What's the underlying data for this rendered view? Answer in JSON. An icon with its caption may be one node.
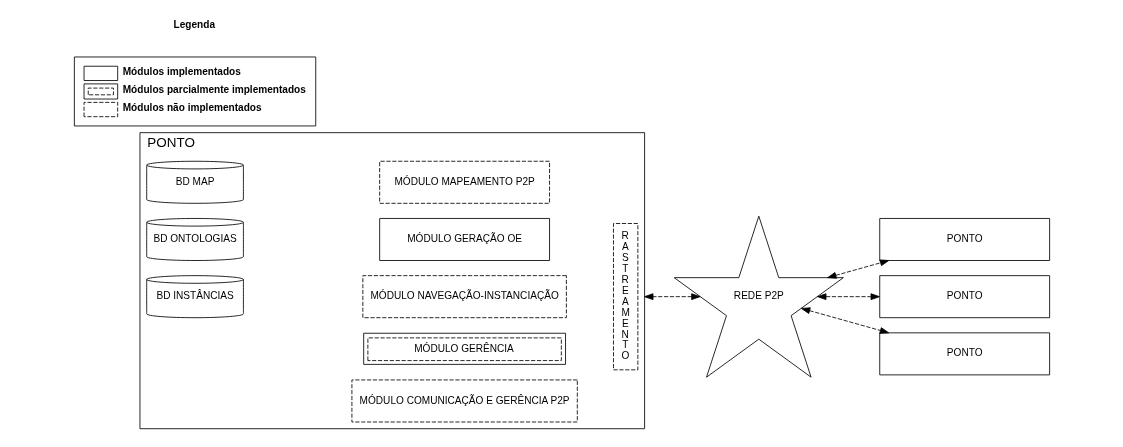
{
  "diagram": {
    "nodes": [
      {
        "text": [
          "PONTO"
        ]
      },
      {
        "text": [
          "BD MAP"
        ],
        "in": 0
      },
      {
        "text": [
          "BD ONTOLOGIAS"
        ],
        "in": 0
      },
      {
        "text": [
          "BD INSTÂNCIAS"
        ],
        "in": 0
      },
      {
        "text": [
          "MÓDULO MAPEAMENTO P2P"
        ],
        "in": 0
      },
      {
        "text": [
          "MÓDULO GERAÇÃO OE"
        ],
        "in": 0
      },
      {
        "text": [
          "MÓDULO NAVEGAÇÃO-INSTANCIAÇÃO"
        ],
        "in": 0
      },
      {
        "text": [
          "MÓDULO GERÊNCIA"
        ],
        "in": 0
      },
      {
        "text": [
          "RASTREAMENTO"
        ],
        "in": 0
      },
      {
        "text": [
          "MÓDULO COMUNICAÇÃO E GERÊNCIA P2P"
        ],
        "in": 0
      },
      {
        "text": [
          "REDE P2P"
        ]
      },
      {
        "text": [
          "PONTO"
        ]
      },
      {
        "text": [
          "PONTO"
        ]
      },
      {
        "text": [
          "PONTO"
        ]
      }
    ],
    "edges": [
      {
        "from": 0,
        "to": 10,
        "arrow": "both",
        "style": "dashed"
      },
      {
        "from": 10,
        "to": 11,
        "arrow": "both",
        "style": "dashed"
      },
      {
        "from": 10,
        "to": 12,
        "arrow": "both",
        "style": "dashed"
      },
      {
        "from": 10,
        "to": 13,
        "arrow": "both",
        "style": "dashed"
      }
    ],
    "labels": [
      "Legenda"
    ],
    "legend": [
      {
        "text": "Módulos implementados"
      },
      {
        "text": "Módulos parcialmente implementados"
      },
      {
        "text": "Módulos não implementados"
      }
    ]
  }
}
